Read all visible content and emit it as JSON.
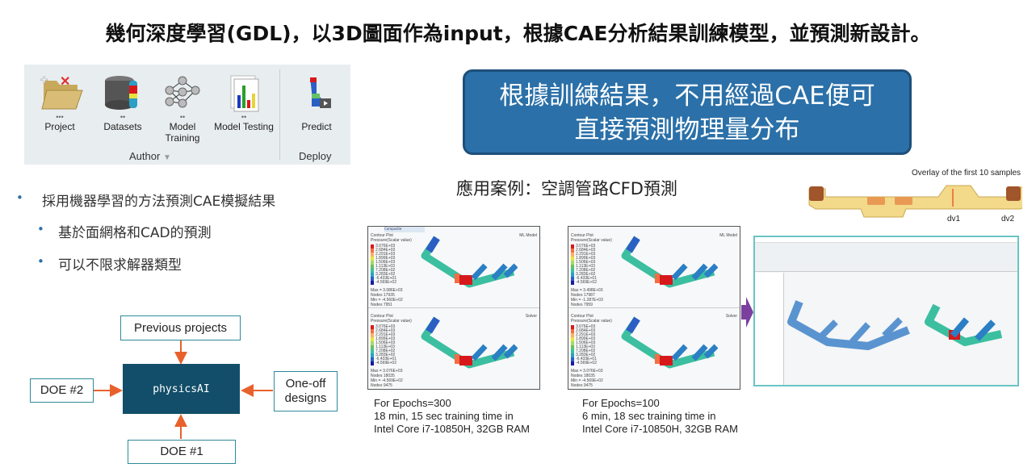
{
  "title": "幾何深度學習(GDL)，以3D圖面作為input，根據CAE分析結果訓練模型，並預測新設計。",
  "toolbar": {
    "items": [
      {
        "label": "Project",
        "dots": "•••",
        "icon": "folder-icon"
      },
      {
        "label": "Datasets",
        "dots": "••",
        "icon": "database-icon"
      },
      {
        "label": "Model Training",
        "dots": "••",
        "icon": "neural-network-icon"
      },
      {
        "label": "Model Testing",
        "dots": "••",
        "icon": "chart-report-icon"
      },
      {
        "label": "Predict",
        "dots": "",
        "icon": "predict-icon"
      }
    ],
    "groups": {
      "author": "Author",
      "deploy": "Deploy"
    }
  },
  "callout": {
    "line1": "根據訓練結果，不用經過CAE便可",
    "line2": "直接預測物理量分布"
  },
  "bullets": [
    {
      "text": "採用機器學習的方法預測CAE模擬結果",
      "level": 1
    },
    {
      "text": "基於面網格和CAD的預測",
      "level": 2
    },
    {
      "text": "可以不限求解器類型",
      "level": 2
    }
  ],
  "diagram": {
    "center": "physicsAI",
    "previous": "Previous projects",
    "doe2": "DOE #2",
    "oneoff": "One-off designs",
    "doe1": "DOE #1"
  },
  "case_title": "應用案例：空調管路CFD預測",
  "panels": [
    {
      "tab": "Composite",
      "top": {
        "title": "Contour Plot",
        "sub": "Pressure(Scalar value)",
        "tag": "ML Model",
        "stats": [
          "Max = 3.086E+03",
          "Nodes 17935",
          "Min = -4.560E+02",
          "Nodes 7951"
        ]
      },
      "bottom": {
        "title": "Contour Plot",
        "sub": "Pressure(Scalar value)",
        "tag": "Solver",
        "stats": [
          "Max = 3.076E+03",
          "Nodes 18035",
          "Min = -4.569E+02",
          "Nodes 9475"
        ]
      },
      "caption": "For Epochs=300\n18 min, 15 sec training time in\nIntel Core i7-10850H, 32GB RAM"
    },
    {
      "tab": "",
      "top": {
        "title": "Contour Plot",
        "sub": "Pressure(Scalar value)",
        "tag": "ML Model",
        "stats": [
          "Max = 3.498E+03",
          "Nodes 17987",
          "Min = -1.287E+03",
          "Nodes 7959"
        ]
      },
      "bottom": {
        "title": "Contour Plot",
        "sub": "Pressure(Scalar value)",
        "tag": "Solver",
        "stats": [
          "Max = 3.076E+03",
          "Nodes 18035",
          "Min = -4.569E+02",
          "Nodes 9475"
        ]
      },
      "caption": "For Epochs=100\n6 min, 18 sec training time in\nIntel Core i7-10850H, 32GB RAM"
    }
  ],
  "legend_values": [
    "3.076E+03",
    "2.684E+03",
    "2.291E+03",
    "1.899E+03",
    "1.506E+03",
    "1.113E+03",
    "7.208E+02",
    "3.283E+02",
    "-6.433E+01",
    "-4.569E+02"
  ],
  "legend_colors": [
    "#d7191c",
    "#f46d43",
    "#fdae61",
    "#e6e43a",
    "#a6d96a",
    "#66c164",
    "#3cbfa0",
    "#2b9fc4",
    "#2b5fc4",
    "#1a1aa0"
  ],
  "overlay": {
    "title": "Overlay of the first 10 samples",
    "dv1": "dv1",
    "dv2": "dv2"
  },
  "colors": {
    "callout": "#2b70a8",
    "arrow": "#e8612c",
    "physics": "#124e69",
    "purple_arrow": "#7b3fa0"
  }
}
